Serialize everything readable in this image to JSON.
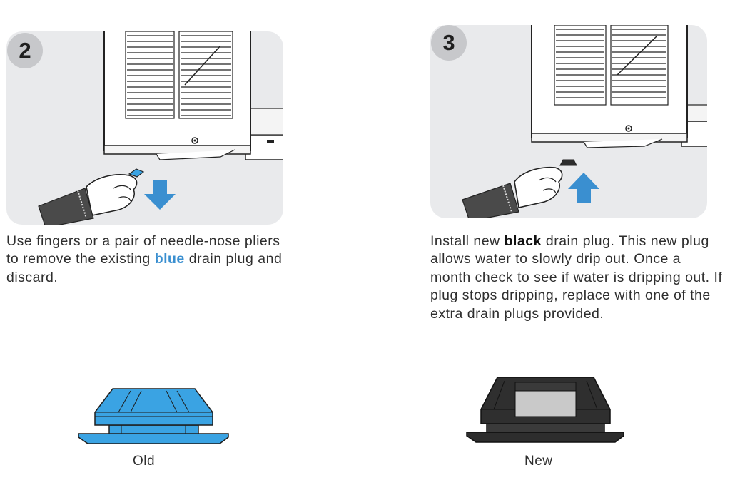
{
  "steps": [
    {
      "number": "2",
      "caption_pre": "Use fingers or a pair of needle-nose pliers to remove the existing ",
      "caption_highlight": "blue",
      "caption_post": " drain plug and discard."
    },
    {
      "number": "3",
      "caption_pre": "Install new ",
      "caption_highlight": "black",
      "caption_post": " drain plug.  This new plug allows water to slowly drip out. Once a month check to see if water is dripping out. If plug stops dripping, replace with one of the extra drain plugs provided."
    }
  ],
  "plugs": {
    "old_label": "Old",
    "new_label": "New"
  },
  "colors": {
    "panel_bg": "#e9eaec",
    "badge_bg": "#c7c8cb",
    "arrow_blue": "#3a8fd0",
    "plug_blue": "#3aa3e3",
    "plug_black": "#2d2d2d"
  }
}
